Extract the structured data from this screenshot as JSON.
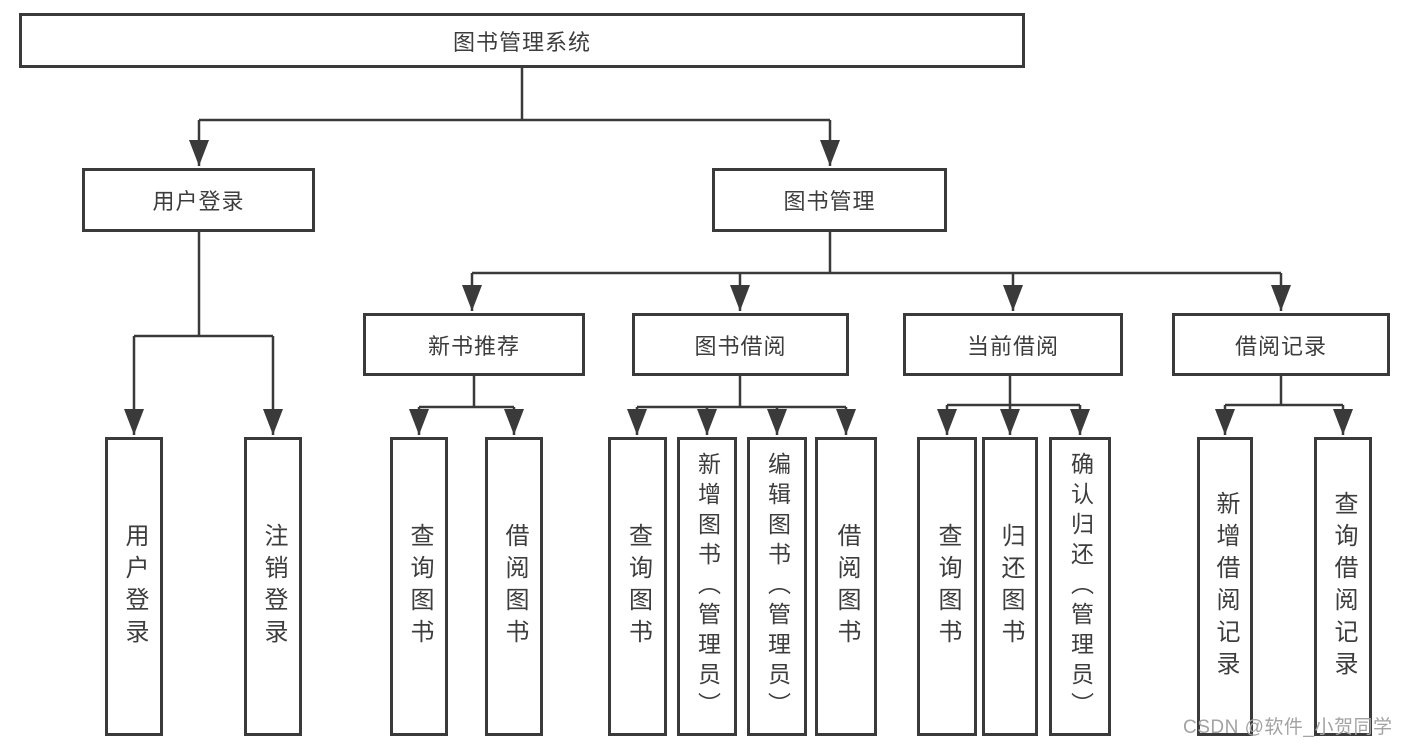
{
  "diagram": {
    "tree": {
      "root": "图书管理系统",
      "children": [
        {
          "label": "用户登录",
          "children": [
            {
              "label": "用户登录"
            },
            {
              "label": "注销登录"
            }
          ]
        },
        {
          "label": "图书管理",
          "children": [
            {
              "label": "新书推荐",
              "children": [
                {
                  "label": "查询图书"
                },
                {
                  "label": "借阅图书"
                }
              ]
            },
            {
              "label": "图书借阅",
              "children": [
                {
                  "label": "查询图书"
                },
                {
                  "label": "新增图书（管理员）"
                },
                {
                  "label": "编辑图书（管理员）"
                },
                {
                  "label": "借阅图书"
                }
              ]
            },
            {
              "label": "当前借阅",
              "children": [
                {
                  "label": "查询图书"
                },
                {
                  "label": "归还图书"
                },
                {
                  "label": "确认归还（管理员）"
                }
              ]
            },
            {
              "label": "借阅记录",
              "children": [
                {
                  "label": "新增借阅记录"
                },
                {
                  "label": "查询借阅记录"
                }
              ]
            }
          ]
        }
      ]
    },
    "watermark": "CSDN @软件_小贺同学",
    "colors": {
      "line": "#3a3a3a",
      "box_border": "#3a3a3a",
      "text": "#3d3d3d",
      "watermark": "#a3a3a3",
      "background": "#ffffff"
    }
  }
}
